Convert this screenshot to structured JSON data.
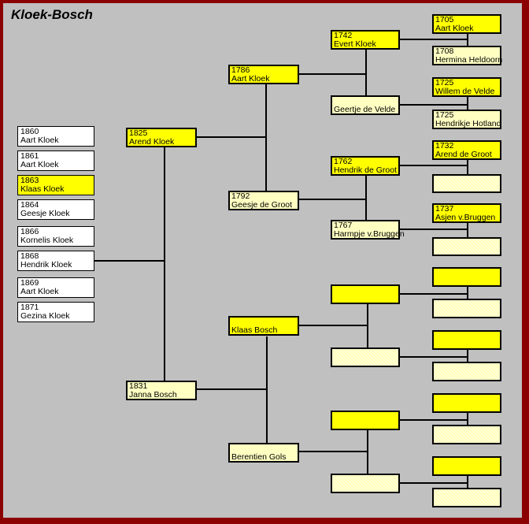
{
  "app": {
    "title": "Kloek-Bosch"
  },
  "colors": {
    "frame": "#8B0000",
    "background": "#C0C0C0",
    "male_box": "#FFFF00",
    "female_box": "#FFFFC2",
    "sibling_box": "#FFFFFF",
    "highlight_box": "#FFFF00",
    "line": "#000000"
  },
  "siblings": [
    {
      "year": "1860",
      "name": "Aart Kloek"
    },
    {
      "year": "1861",
      "name": "Aart Kloek"
    },
    {
      "year": "1863",
      "name": "Klaas Kloek",
      "highlighted": true
    },
    {
      "year": "1864",
      "name": "Geesje Kloek"
    },
    {
      "year": "1866",
      "name": "Kornelis Kloek"
    },
    {
      "year": "1868",
      "name": "Hendrik Kloek"
    },
    {
      "year": "1869",
      "name": "Aart Kloek"
    },
    {
      "year": "1871",
      "name": "Gezina Kloek"
    }
  ],
  "ancestors": {
    "father": {
      "year": "1825",
      "name": "Arend Kloek"
    },
    "mother": {
      "year": "1831",
      "name": "Janna Bosch"
    },
    "gen3": [
      {
        "year": "1786",
        "name": "Aart Kloek"
      },
      {
        "year": "1792",
        "name": "Geesje de Groot"
      },
      {
        "year": "",
        "name": "Klaas Bosch"
      },
      {
        "year": "",
        "name": "Berentien Gols"
      }
    ],
    "gen4": [
      {
        "year": "1742",
        "name": "Evert Kloek"
      },
      {
        "year": "",
        "name": "Geertje de Velde"
      },
      {
        "year": "1762",
        "name": "Hendrik de Groot"
      },
      {
        "year": "1767",
        "name": "Harmpje v.Bruggen"
      }
    ],
    "gen5": [
      {
        "year": "1705",
        "name": "Aart Kloek"
      },
      {
        "year": "1708",
        "name": "Hermina Heldoorn"
      },
      {
        "year": "1725",
        "name": "Willem de Velde"
      },
      {
        "year": "1725",
        "name": "Hendrikje Hotland"
      },
      {
        "year": "1732",
        "name": "Arend de Groot"
      },
      {
        "year": "1737",
        "name": "Asjen v.Bruggen"
      }
    ]
  }
}
